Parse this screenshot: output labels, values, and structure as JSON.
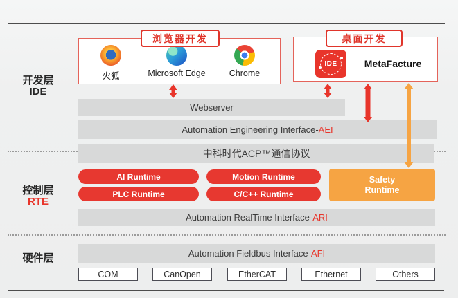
{
  "colors": {
    "red": "#e8352b",
    "orange": "#f6a443",
    "bar_gray": "#d8d9d9",
    "background": "#eff0f0"
  },
  "layers": {
    "dev": {
      "label": "开发层",
      "sub": "IDE"
    },
    "rte": {
      "label": "控制层",
      "sub": "RTE"
    },
    "hw": {
      "label": "硬件层"
    }
  },
  "browser_group": {
    "title": "浏览器开发",
    "items": [
      {
        "label": "火狐",
        "icon": "firefox-icon"
      },
      {
        "label": "Microsoft Edge",
        "icon": "edge-icon"
      },
      {
        "label": "Chrome",
        "icon": "chrome-icon"
      }
    ]
  },
  "desktop_group": {
    "title": "桌面开发",
    "icon_text": "IDE",
    "product": "MetaFacture"
  },
  "bars": {
    "webserver": "Webserver",
    "aei": {
      "prefix": "Automation Engineering Interface-",
      "accent": "AEI"
    },
    "acp": "中科时代ACP™通信协议",
    "ari": {
      "prefix": "Automation RealTime Interface-",
      "accent": "ARI"
    },
    "afi": {
      "prefix": "Automation Fieldbus Interface-",
      "accent": "AFI"
    }
  },
  "runtimes": [
    "AI Runtime",
    "Motion Runtime",
    "PLC Runtime",
    "C/C++ Runtime"
  ],
  "safety": {
    "line1": "Safety",
    "line2": "Runtime"
  },
  "hardware": {
    "items": [
      "COM",
      "CanOpen",
      "EtherCAT",
      "Ethernet",
      "Others"
    ]
  }
}
